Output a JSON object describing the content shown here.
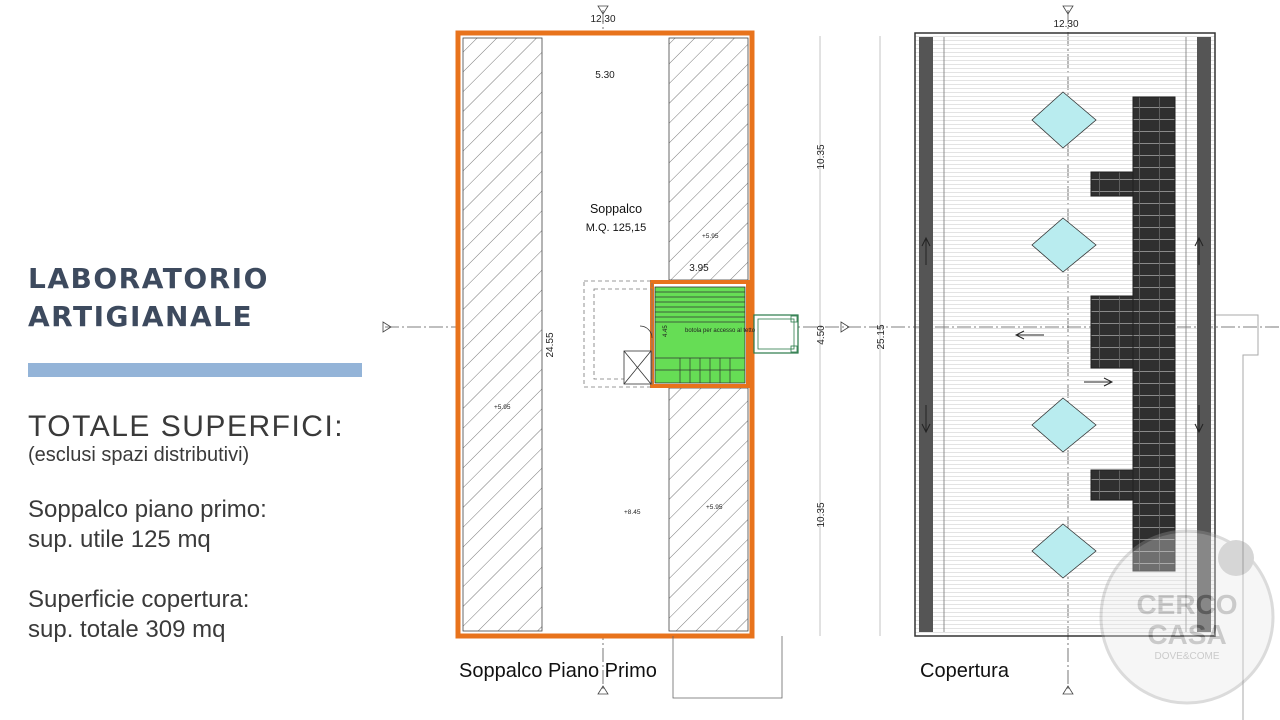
{
  "left_panel": {
    "title_line1": "LABORATORIO",
    "title_line2": "ARTIGIANALE",
    "totals_heading": "TOTALE SUPERFICI:",
    "totals_note": "(esclusi spazi distributivi)",
    "item1_label": "Soppalco piano primo:",
    "item1_value": "sup. utile 125 mq",
    "item2_label": "Superficie copertura:",
    "item2_value": "sup. totale 309 mq"
  },
  "plan_mezzanine": {
    "caption": "Soppalco Piano Primo",
    "room_name": "Soppalco",
    "room_area": "M.Q. 125,15",
    "dim_top": "12.30",
    "dim_inner_width": "5.30",
    "dim_length": "24.55",
    "dim_stair": "3.95",
    "dim_right_upper": "10.35",
    "dim_right_mid": "4.50",
    "dim_right_lower": "10.35",
    "hatch_note": "botola per accesso al tetto",
    "level_a": "+5.95",
    "level_b": "+5.95",
    "level_c": "+5.95",
    "level_d": "+8.45",
    "stair_label": "4.45"
  },
  "plan_roof": {
    "caption": "Copertura",
    "dim_top": "12.30",
    "dim_length": "25.15"
  },
  "watermark": {
    "line1": "CERCO",
    "line2": "CASA",
    "line3": "DOVE&COME"
  },
  "colors": {
    "wall_orange": "#e8731c",
    "stair_green": "#66dd55",
    "skylight_cyan": "#b9ecef",
    "solar_panel": "#2f2f2f",
    "title_color": "#3d4a5e",
    "rule_blue": "#94b4d8"
  }
}
